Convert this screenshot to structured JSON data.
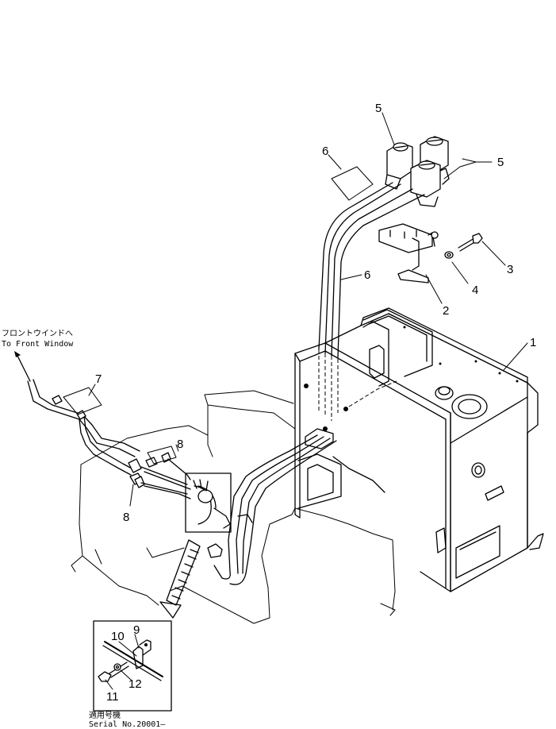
{
  "callouts": {
    "c1": "1",
    "c2": "2",
    "c3": "3",
    "c4": "4",
    "c5a": "5",
    "c5b": "5",
    "c6a": "6",
    "c6b": "6",
    "c7": "7",
    "c8a": "8",
    "c8b": "8",
    "c9": "9",
    "c10": "10",
    "c11": "11",
    "c12": "12"
  },
  "notes": {
    "front_window_jp": "フロントウインドへ",
    "front_window_en": "To Front Window",
    "serial_jp": "適用号機",
    "serial_en": "Serial No.20001—"
  }
}
